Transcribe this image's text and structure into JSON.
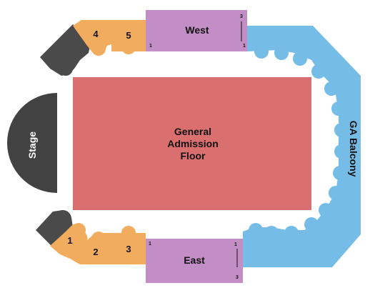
{
  "colors": {
    "floor": "#d96f6f",
    "risers": "#c38ec6",
    "balcony": "#75bde6",
    "loge": "#f2ac5e",
    "stage": "#424242",
    "stage_wing": "#4a4a4a"
  },
  "sections": {
    "general_admission": {
      "line1": "General",
      "line2": "Admission",
      "line3": "Floor"
    },
    "west": {
      "label": "West",
      "row_first": "1",
      "row_last": "3",
      "row_mid": "1"
    },
    "east": {
      "label": "East",
      "row_first": "1",
      "row_last": "3",
      "row_mid": "1"
    },
    "balcony": {
      "label": "GA Balcony"
    },
    "stage": {
      "label": "Stage"
    },
    "s1": {
      "label": "1"
    },
    "s2": {
      "label": "2"
    },
    "s3": {
      "label": "3"
    },
    "s4": {
      "label": "4"
    },
    "s5": {
      "label": "5"
    }
  }
}
